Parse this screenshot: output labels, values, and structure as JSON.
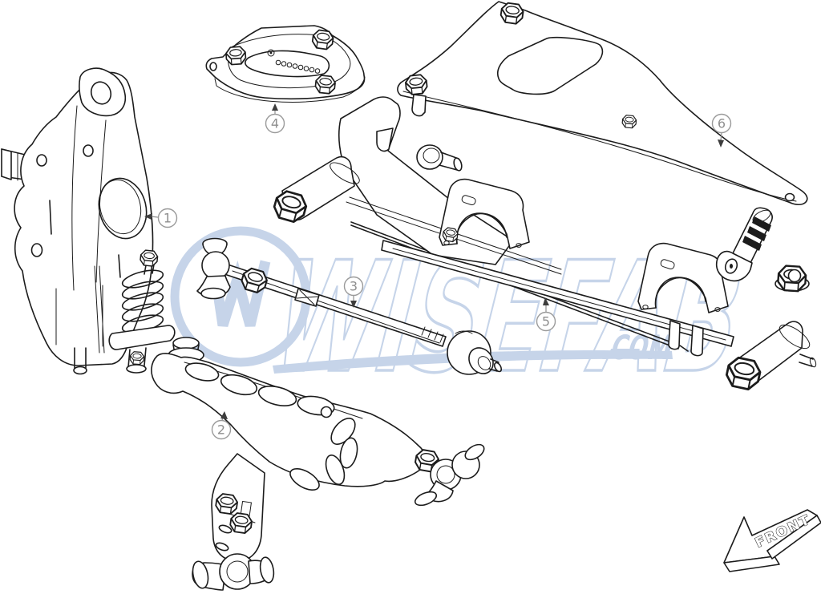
{
  "watermark": {
    "brand": "WISEFAB",
    "suffix": ".COM",
    "color": "#c3d2e8"
  },
  "front_arrow": {
    "label": "FRONT"
  },
  "callouts": [
    {
      "label": "1"
    },
    {
      "label": "2"
    },
    {
      "label": "3"
    },
    {
      "label": "4"
    },
    {
      "label": "5"
    },
    {
      "label": "6"
    }
  ],
  "colors": {
    "line_art": "#1c1c1c",
    "callout": "#8f8f8f",
    "watermark": "#c3d2e8"
  }
}
